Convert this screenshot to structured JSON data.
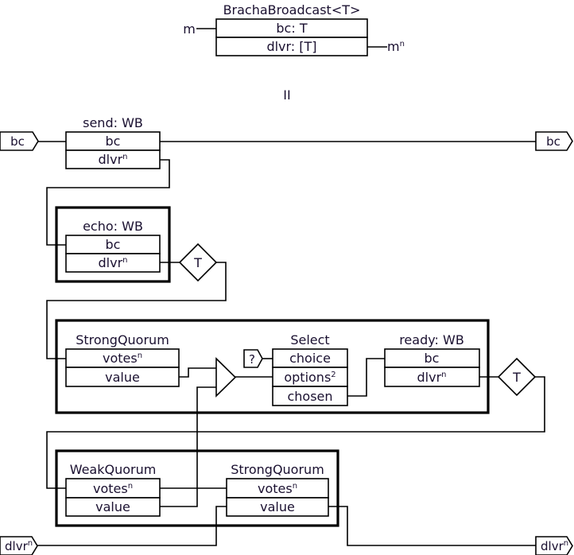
{
  "signature": {
    "title": "BrachaBroadcast<T>",
    "input_label": "m",
    "rows": [
      {
        "label": "bc: T"
      },
      {
        "label": "dlvr: [T]"
      }
    ],
    "output_label": "m",
    "output_sup": "n"
  },
  "equals_symbol": "II",
  "external_ports": {
    "bc_in": {
      "label": "bc"
    },
    "bc_out": {
      "label": "bc"
    },
    "dlvr_in": {
      "label": "dlvr",
      "sup": "n"
    },
    "dlvr_out": {
      "label": "dlvr",
      "sup": "n"
    }
  },
  "components": {
    "send": {
      "title": "send: WB",
      "rows": [
        {
          "label": "bc",
          "sup": ""
        },
        {
          "label": "dlvr",
          "sup": "n"
        }
      ]
    },
    "echo": {
      "title": "echo: WB",
      "rows": [
        {
          "label": "bc",
          "sup": ""
        },
        {
          "label": "dlvr",
          "sup": "n"
        }
      ],
      "filter_label": "T"
    },
    "strong_quorum_1": {
      "title": "StrongQuorum",
      "rows": [
        {
          "label": "votes",
          "sup": "n"
        },
        {
          "label": "value",
          "sup": ""
        }
      ]
    },
    "select": {
      "title": "Select",
      "choice_port": "?",
      "rows": [
        {
          "label": "choice",
          "sup": ""
        },
        {
          "label": "options",
          "sup": "2"
        },
        {
          "label": "chosen",
          "sup": ""
        }
      ]
    },
    "ready": {
      "title": "ready: WB",
      "rows": [
        {
          "label": "bc",
          "sup": ""
        },
        {
          "label": "dlvr",
          "sup": "n"
        }
      ],
      "filter_label": "T"
    },
    "weak_quorum": {
      "title": "WeakQuorum",
      "rows": [
        {
          "label": "votes",
          "sup": "n"
        },
        {
          "label": "value",
          "sup": ""
        }
      ]
    },
    "strong_quorum_2": {
      "title": "StrongQuorum",
      "rows": [
        {
          "label": "votes",
          "sup": "n"
        },
        {
          "label": "value",
          "sup": ""
        }
      ]
    }
  }
}
